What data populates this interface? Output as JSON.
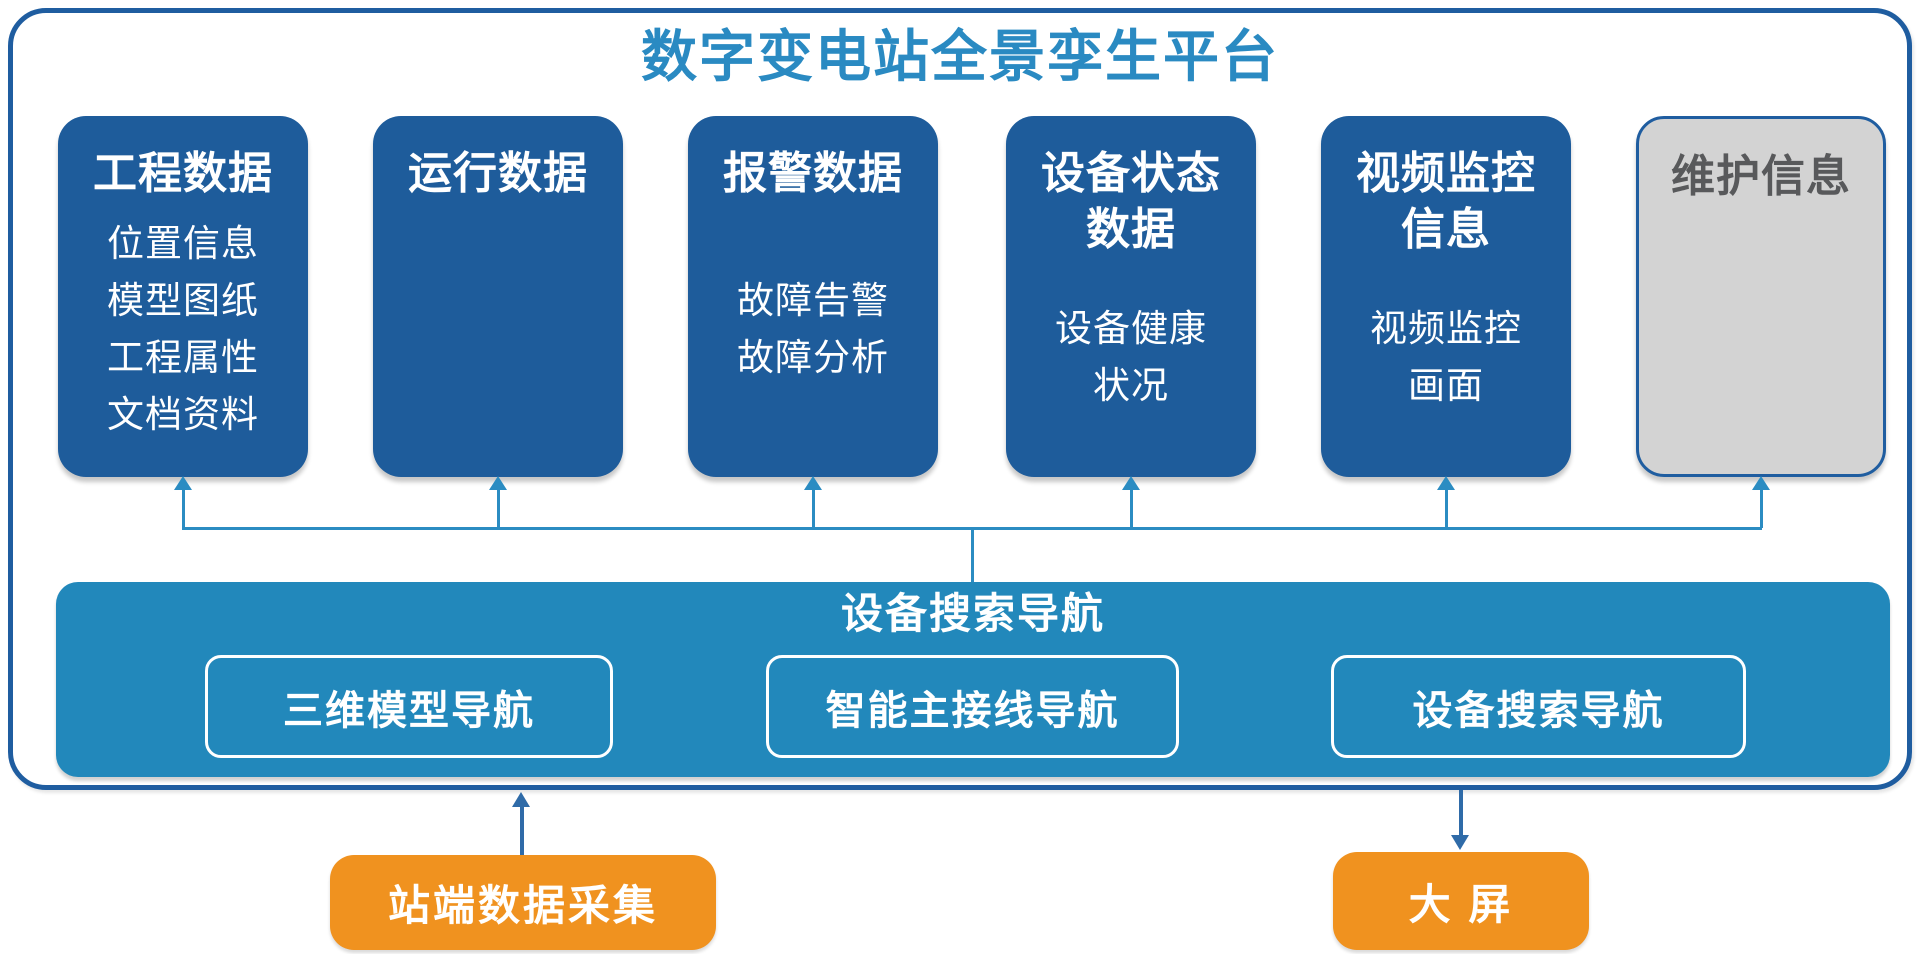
{
  "header": {
    "title": "数字变电站全景孪生平台"
  },
  "colors": {
    "card_blue": "#1e5c9b",
    "nav_blue": "#2288bb",
    "title_blue": "#2a8ac2",
    "connector_light_blue": "#2b8cc2",
    "connector_dark_blue": "#2f6ba8",
    "container_border_blue": "#1f5da0",
    "orange": "#f0921f",
    "gray_card_bg": "#d3d3d3",
    "gray_card_text": "#58595b"
  },
  "cards": [
    {
      "title": "工程数据",
      "title2": "",
      "variant": "blue",
      "items": [
        "位置信息",
        "模型图纸",
        "工程属性",
        "文档资料"
      ]
    },
    {
      "title": "运行数据",
      "title2": "",
      "variant": "blue",
      "items": []
    },
    {
      "title": "报警数据",
      "title2": "",
      "variant": "blue",
      "items": [
        "故障告警",
        "故障分析"
      ]
    },
    {
      "title": "设备状态",
      "title2": "数据",
      "variant": "blue",
      "items": [
        "设备健康",
        "状况"
      ]
    },
    {
      "title": "视频监控",
      "title2": "信息",
      "variant": "blue",
      "items": [
        "视频监控",
        "画面"
      ]
    },
    {
      "title": "维护信息",
      "title2": "",
      "variant": "gray",
      "items": []
    }
  ],
  "nav": {
    "title": "设备搜索导航",
    "buttons": [
      {
        "label": "三维模型导航"
      },
      {
        "label": "智能主接线导航"
      },
      {
        "label": "设备搜索导航"
      }
    ]
  },
  "bottom": {
    "source_label": "站端数据采集",
    "screen_label": "大 屏"
  }
}
